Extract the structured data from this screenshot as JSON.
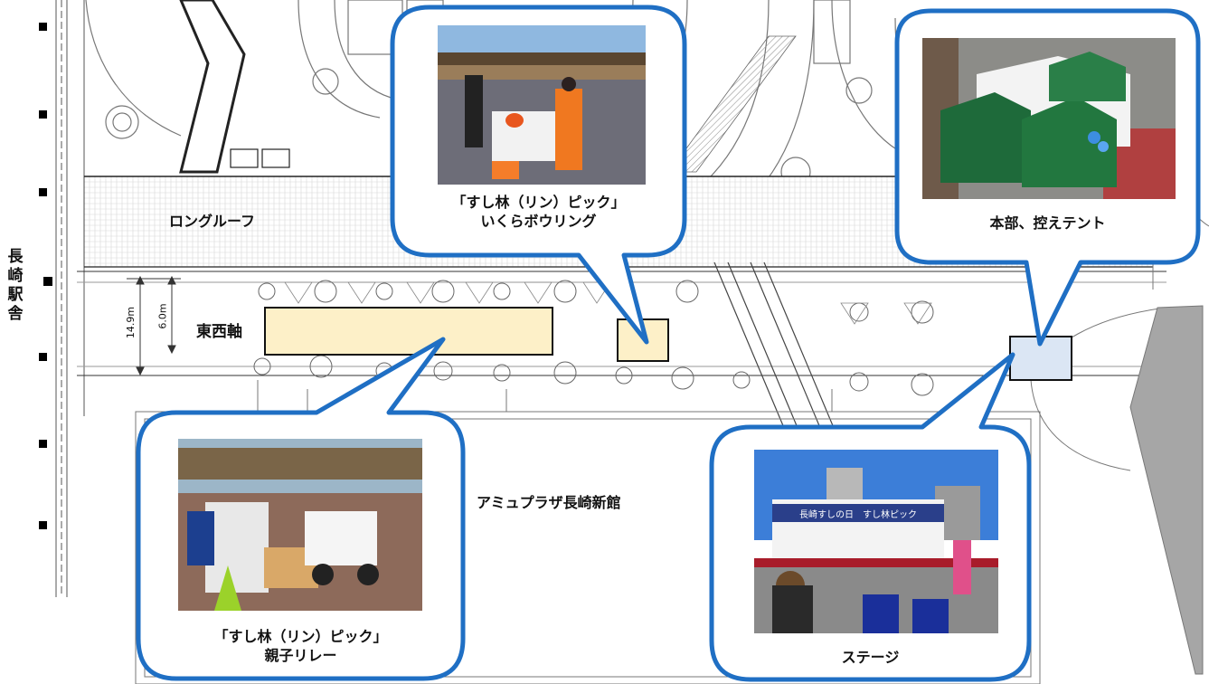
{
  "labels": {
    "station": "長崎駅舎",
    "long_roof": "ロングルーフ",
    "east_west_axis": "東西軸",
    "amu_plaza": "アミュプラザ長崎新館",
    "dim_14_9": "14.9m",
    "dim_6_0": "6.0m"
  },
  "callouts": {
    "bowling": {
      "line1": "「すし林（リン）ピック」",
      "line2": "いくらボウリング"
    },
    "hq": {
      "line1": "本部、控えテント"
    },
    "relay": {
      "line1": "「すし林（リン）ピック」",
      "line2": "親子リレー"
    },
    "stage": {
      "line1": "ステージ"
    }
  },
  "photo_text": {
    "stage_banner": "長崎すしの日　すし林ピック"
  },
  "colors": {
    "callout_border": "#1f6fc4",
    "event_area": "#fdf0c8",
    "hq_area": "#dbe6f4",
    "plan_line": "#555555"
  }
}
